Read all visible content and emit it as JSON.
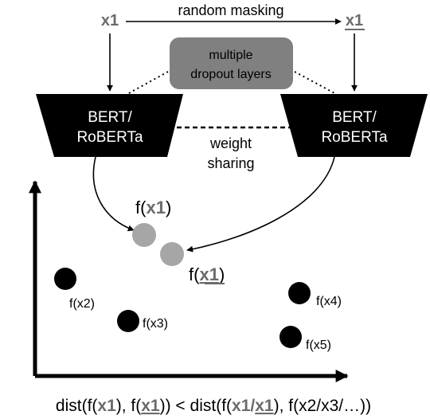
{
  "inputs": {
    "left": "x1",
    "right": "x1",
    "masking_label": "random masking"
  },
  "dropout": {
    "line1": "multiple",
    "line2": "dropout layers"
  },
  "encoders": {
    "left": {
      "line1": "BERT/",
      "line2": "RoBERTa"
    },
    "right": {
      "line1": "BERT/",
      "line2": "RoBERTa"
    },
    "sharing": {
      "line1": "weight",
      "line2": "sharing"
    }
  },
  "embeddings": {
    "positive_a": {
      "prefix": "f(",
      "arg": "x1",
      "suffix": ")"
    },
    "positive_b": {
      "prefix": "f(",
      "arg": "x1",
      "suffix": ")"
    },
    "negatives": [
      "f(x2)",
      "f(x3)",
      "f(x4)",
      "f(x5)"
    ]
  },
  "formula": {
    "p1": "dist(f(",
    "x1a": "x1",
    "p2": "), f(",
    "x1b": "x1",
    "p3": ")) < dist(f(",
    "x1c": "x1/",
    "x1d": "x1",
    "p4": "), f(x2/x3/…))"
  },
  "colors": {
    "ink": "#000000",
    "encoder_fill": "#000000",
    "dropout_box": "#808080",
    "positive_dot": "#a6a6a6",
    "negative_dot": "#000000",
    "gray_text": "#6b6b6b"
  }
}
